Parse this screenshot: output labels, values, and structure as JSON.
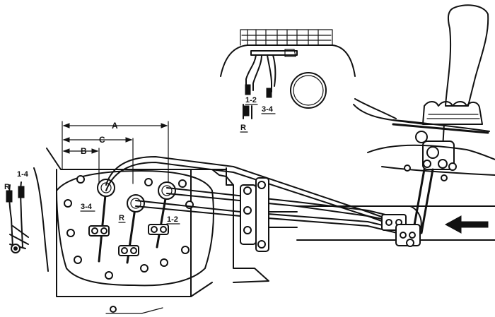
{
  "dimensions": {
    "a": "A",
    "b": "B",
    "c": "C"
  },
  "selector_labels": {
    "g34": "3-4",
    "reverse": "R",
    "g12": "1-2"
  },
  "inset_labels": {
    "g12": "1-2",
    "g34": "3-4",
    "reverse": "R"
  },
  "left_labels": {
    "g14": "1-4",
    "reverse": "R"
  }
}
